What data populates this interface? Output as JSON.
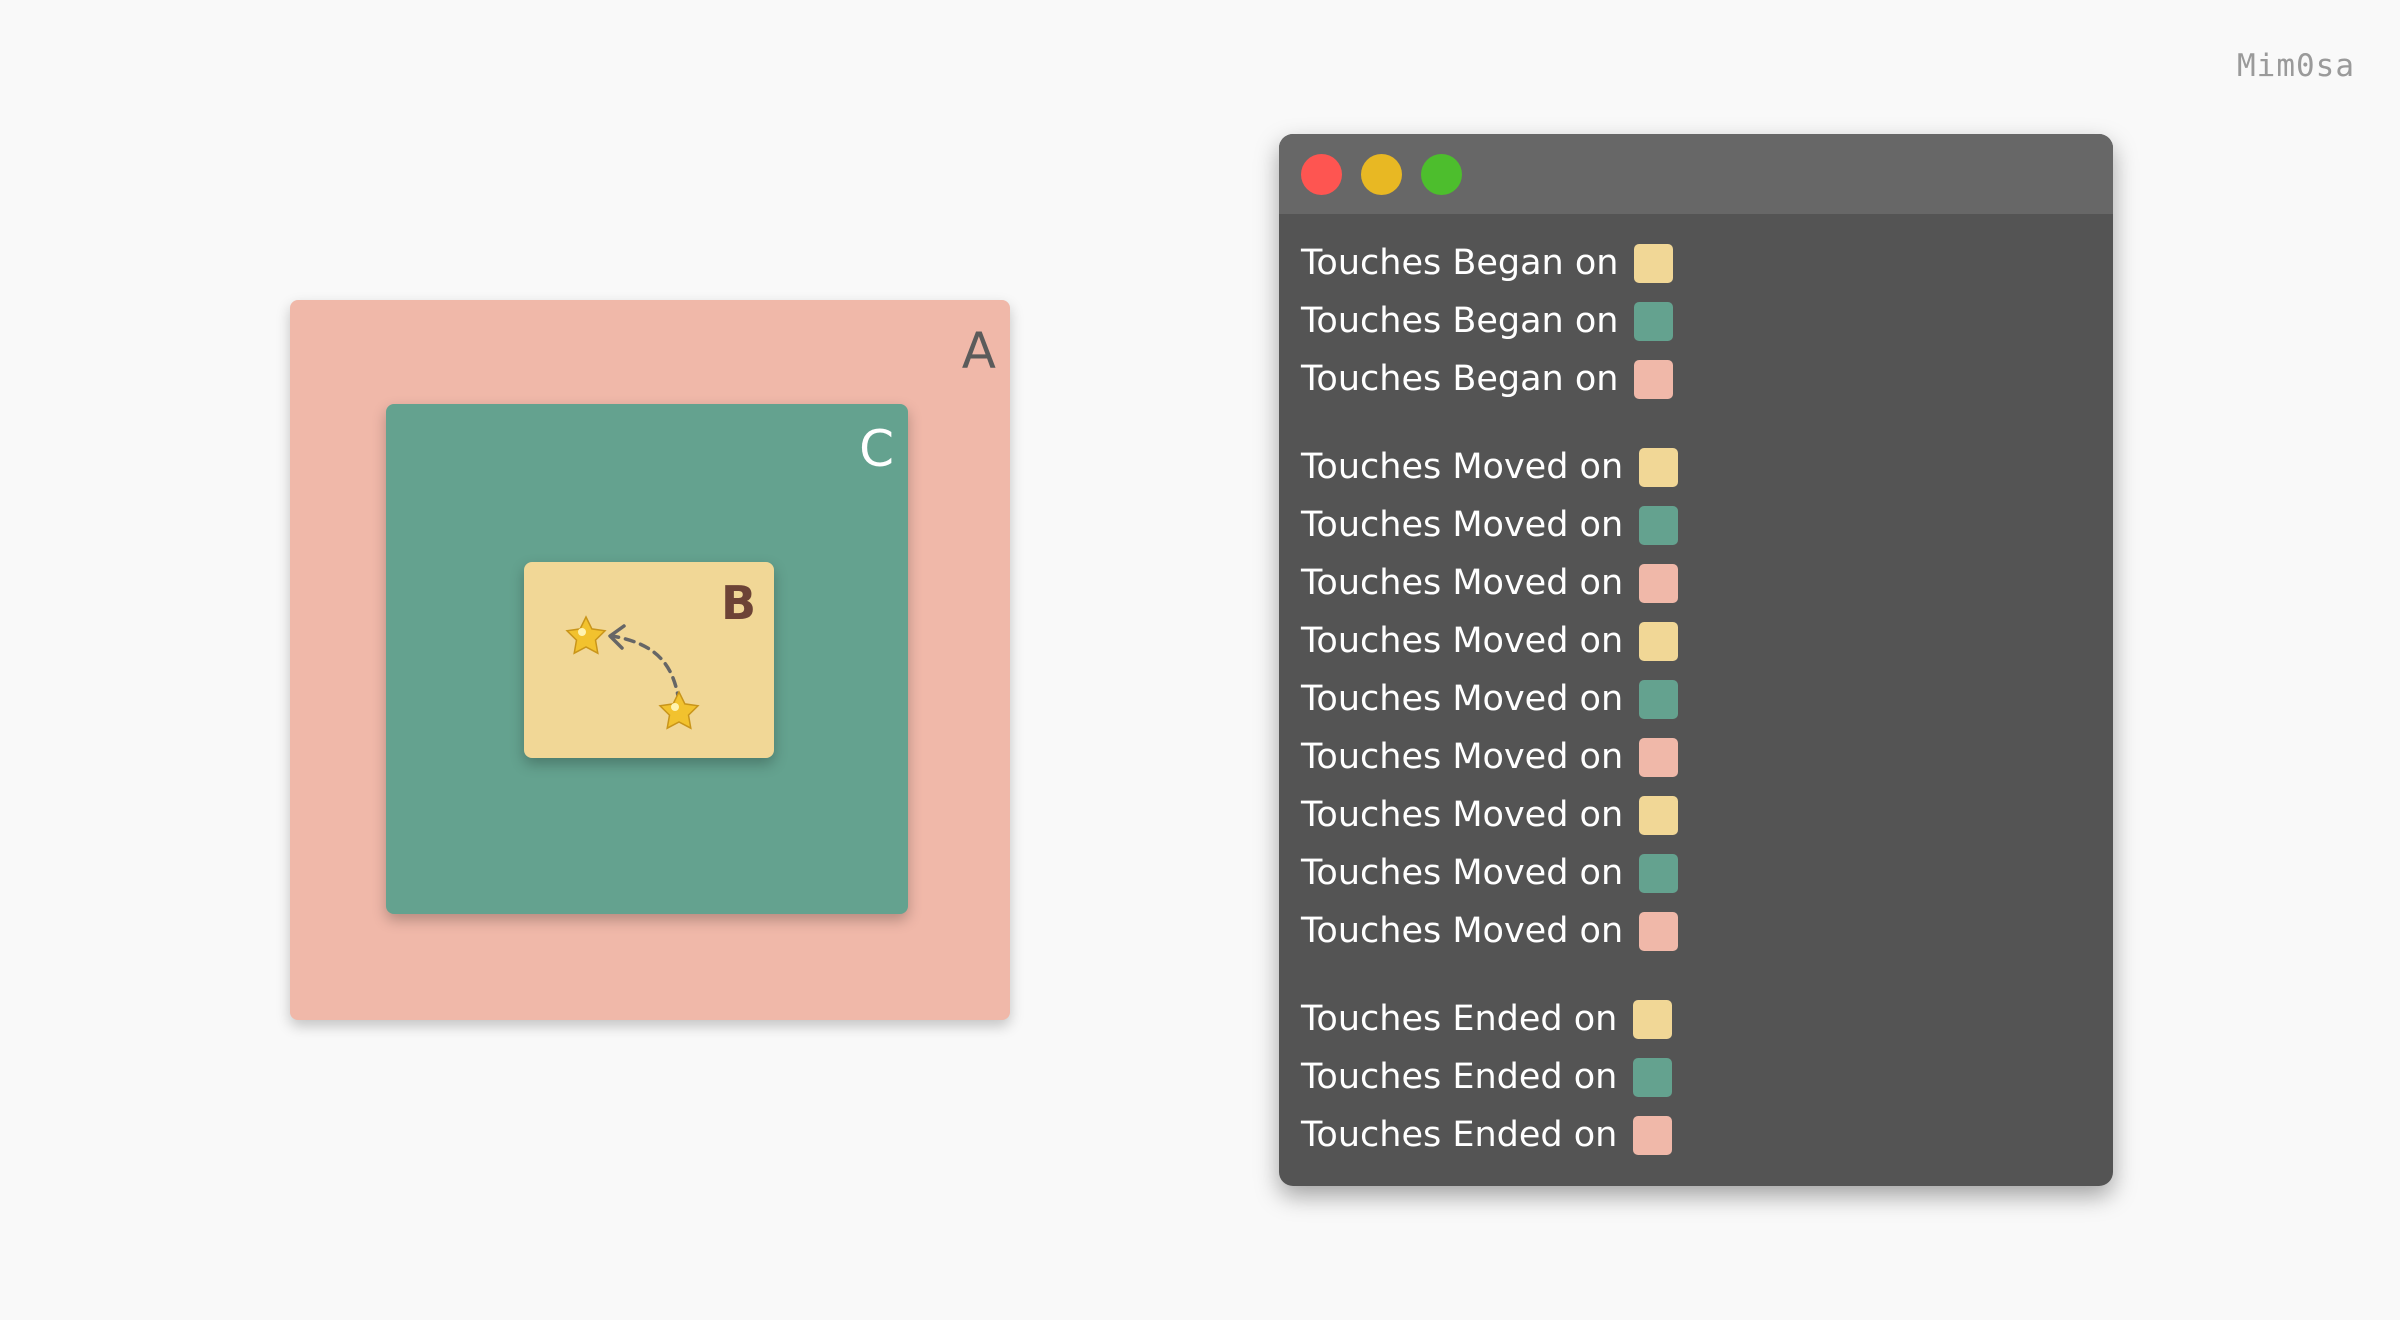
{
  "watermark": "Mim0sa",
  "colors": {
    "background": "#f9f9f9",
    "view_a": "#f0b8a9",
    "view_c": "#64a28f",
    "view_b": "#f1d796",
    "label_a": "#5b5b5b",
    "label_c": "#ffffff",
    "label_b": "#6d4336",
    "window_body": "#545454",
    "window_titlebar": "#676767",
    "log_text": "#ffffff",
    "gesture_path": "#666666",
    "star": "#f2c22e",
    "star_highlight": "#fff3b0",
    "close": "#fe5551",
    "minimize": "#e8b823",
    "zoom": "#4dbe2d"
  },
  "diagram": {
    "view_a": {
      "label": "A"
    },
    "view_c": {
      "label": "C"
    },
    "view_b": {
      "label": "B"
    },
    "gesture": {
      "start_icon": "star-icon",
      "end_icon": "star-icon",
      "path": "dashed-arrow"
    }
  },
  "window": {
    "buttons": [
      {
        "name": "close",
        "icon": "close-button-dot"
      },
      {
        "name": "minimize",
        "icon": "minimize-button-dot"
      },
      {
        "name": "zoom",
        "icon": "zoom-button-dot"
      }
    ]
  },
  "log": [
    {
      "phase": "began",
      "entries": [
        {
          "text": "Touches Began on",
          "view": "view_b"
        },
        {
          "text": "Touches Began on",
          "view": "view_c"
        },
        {
          "text": "Touches Began on",
          "view": "view_a"
        }
      ]
    },
    {
      "phase": "moved",
      "entries": [
        {
          "text": "Touches Moved on",
          "view": "view_b"
        },
        {
          "text": "Touches Moved on",
          "view": "view_c"
        },
        {
          "text": "Touches Moved on",
          "view": "view_a"
        },
        {
          "text": "Touches Moved on",
          "view": "view_b"
        },
        {
          "text": "Touches Moved on",
          "view": "view_c"
        },
        {
          "text": "Touches Moved on",
          "view": "view_a"
        },
        {
          "text": "Touches Moved on",
          "view": "view_b"
        },
        {
          "text": "Touches Moved on",
          "view": "view_c"
        },
        {
          "text": "Touches Moved on",
          "view": "view_a"
        }
      ]
    },
    {
      "phase": "ended",
      "entries": [
        {
          "text": "Touches Ended on",
          "view": "view_b"
        },
        {
          "text": "Touches Ended on",
          "view": "view_c"
        },
        {
          "text": "Touches Ended on",
          "view": "view_a"
        }
      ]
    }
  ]
}
